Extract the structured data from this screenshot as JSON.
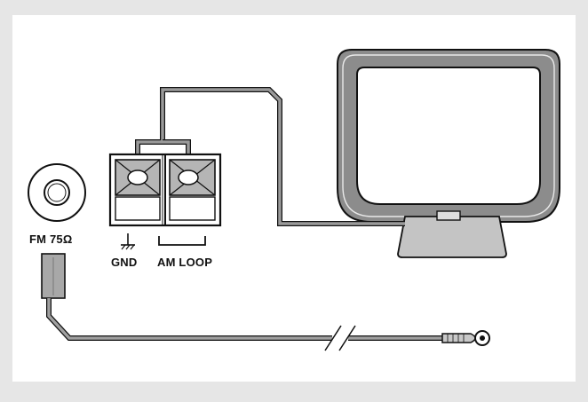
{
  "labels": {
    "fm": "FM 75Ω",
    "gnd": "GND",
    "am_loop": "AM LOOP"
  },
  "colors": {
    "background": "#e6e6e6",
    "panel": "#ffffff",
    "line": "#111111",
    "cable": "#9a9a9a",
    "loop_frame": "#8c8c8c",
    "terminal_fill": "#b5b5b5",
    "stand": "#c4c4c4"
  },
  "icons": [
    "fm-coax-jack-icon",
    "ground-symbol-icon",
    "am-loop-antenna-icon",
    "fm-wire-antenna-icon",
    "cable-break-icon"
  ]
}
